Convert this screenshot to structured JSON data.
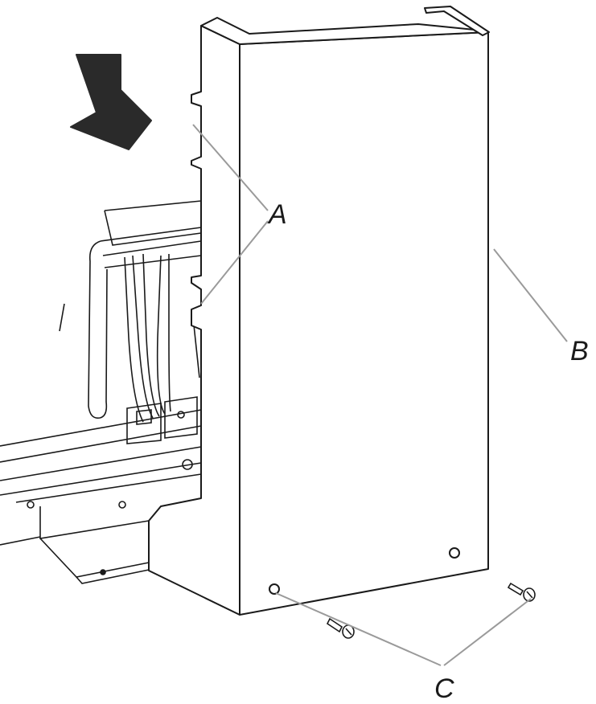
{
  "callouts": {
    "a": "A",
    "b": "B",
    "c": "C"
  },
  "colors": {
    "line": "#1a1a1a",
    "arrow": "#2a2a2a",
    "leader": "#9a9a9a",
    "background": "#ffffff"
  }
}
